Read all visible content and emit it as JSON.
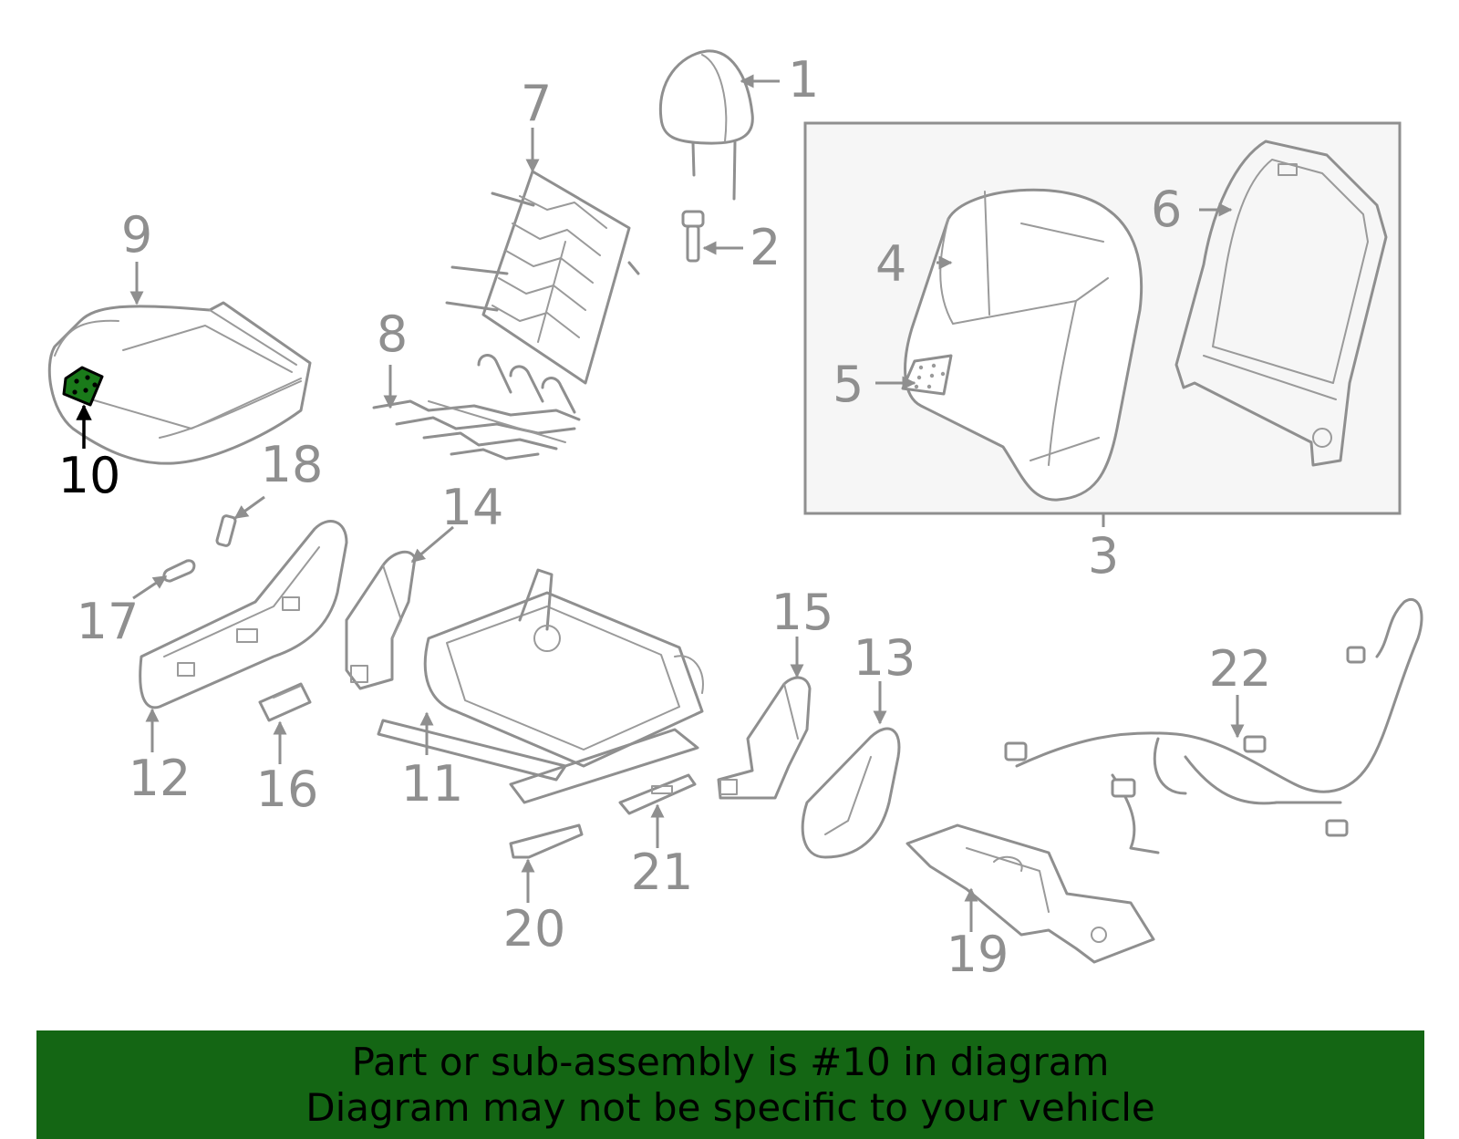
{
  "diagram": {
    "highlighted_part": "10",
    "highlight_color": "#1a7a1a",
    "callouts": [
      "1",
      "2",
      "3",
      "4",
      "5",
      "6",
      "7",
      "8",
      "9",
      "10",
      "11",
      "12",
      "13",
      "14",
      "15",
      "16",
      "17",
      "18",
      "19",
      "20",
      "21",
      "22"
    ]
  },
  "banner": {
    "line1": "Part or sub-assembly is #10 in diagram",
    "line2": "Diagram may not be specific to your vehicle",
    "background": "#146614"
  }
}
